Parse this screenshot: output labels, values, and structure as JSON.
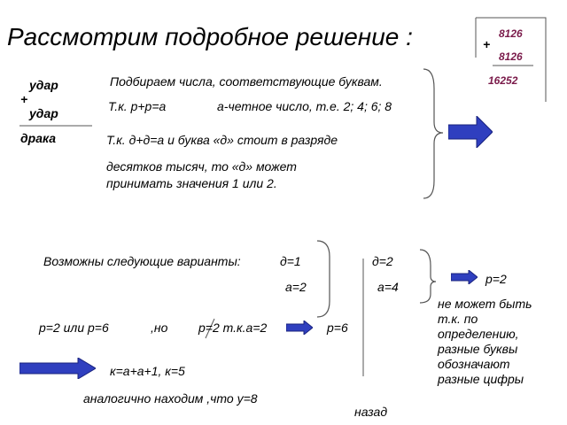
{
  "title": "Рассмотрим подробное решение :",
  "box": {
    "top": "8126",
    "plus": "+",
    "bottom": "8126",
    "sum": "16252"
  },
  "puzzle": {
    "word1": "удар",
    "plus": "+",
    "word2": "удар",
    "result": "драка"
  },
  "intro": {
    "line1": "Подбираем числа, соответствующие буквам.",
    "line2a": "Т.к.  р+р=а",
    "line2b": "а-четное число, т.е. 2; 4; 6; 8",
    "line3": "Т.к. д+д=а и буква «д» стоит в разряде",
    "line4": "десятков тысяч, то «д» может",
    "line5": "принимать значения 1 или 2."
  },
  "variants": {
    "label": "Возможны следующие варианты:",
    "d1": "д=1",
    "a2": "а=2",
    "d2": "д=2",
    "a4": "а=4",
    "p2": "р=2",
    "note": [
      "не может быть",
      "т.к. по",
      "определению,",
      "разные буквы",
      "обозначают",
      "разные цифры"
    ]
  },
  "row": {
    "p_options": "р=2 или р=6",
    "but": ",но",
    "p2_reason": "р=2 т.к.а=2",
    "p6": "р=6"
  },
  "k_formula": "к=а+а+1, к=5",
  "y_text": "аналогично находим ,что у=8",
  "back_link": "назад",
  "colors": {
    "arrow": "#2f3fbf",
    "arrow_dark": "#1a237e",
    "maroon": "#7a1a4a",
    "line": "#555555"
  }
}
